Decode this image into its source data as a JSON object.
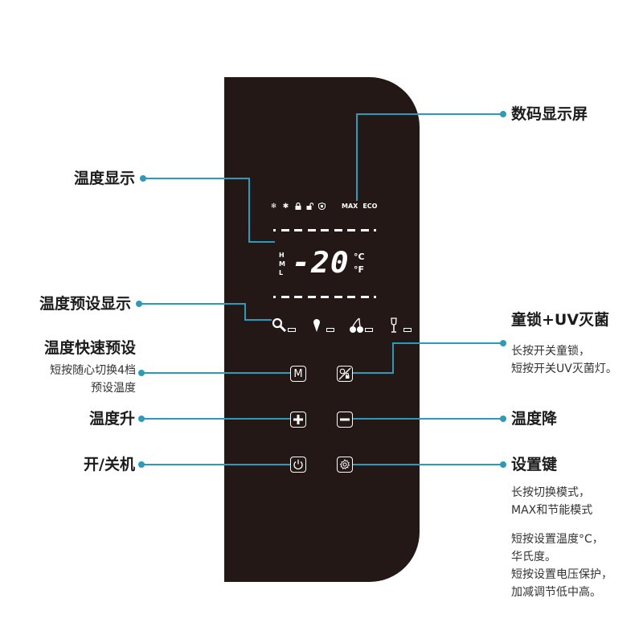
{
  "panel": {
    "status_icons": [
      "❄",
      "✱",
      "🔒",
      "🔓",
      "◎"
    ],
    "status_icon_names": [
      "snowflake-icon",
      "bluetooth-icon",
      "lock-icon",
      "unlock-icon",
      "uv-shield-icon"
    ],
    "mode_labels": [
      "MAX",
      "ECO"
    ],
    "level_labels": [
      "H",
      "M",
      "L"
    ],
    "temperature": "-20",
    "units": [
      "°C",
      "°F"
    ],
    "presets": [
      {
        "name": "meat-preset-icon",
        "glyph": "🍖"
      },
      {
        "name": "ice-cream-preset-icon",
        "glyph": "🍦"
      },
      {
        "name": "cherry-preset-icon",
        "glyph": "🍒"
      },
      {
        "name": "wine-preset-icon",
        "glyph": "🍷"
      }
    ],
    "buttons": {
      "mode": "M",
      "plus": "+",
      "minus": "−",
      "power": "⏻",
      "settings": "⚙",
      "lock_uv": "⊘"
    }
  },
  "annotations": {
    "digital_screen": {
      "title": "数码显示屏"
    },
    "temp_display": {
      "title": "温度显示"
    },
    "preset_display": {
      "title": "温度预设显示"
    },
    "quick_preset": {
      "title": "温度快速预设",
      "desc": [
        "短按随心切换4档",
        "预设温度"
      ]
    },
    "temp_up": {
      "title": "温度升"
    },
    "power": {
      "title": "开/关机"
    },
    "child_lock_uv": {
      "title": "童锁+UV灭菌",
      "desc": [
        "长按开关童锁，",
        "短按开关UV灭菌灯。"
      ]
    },
    "temp_down": {
      "title": "温度降"
    },
    "settings": {
      "title": "设置键",
      "desc_1": [
        "长按切换模式，",
        "MAX和节能模式"
      ],
      "desc_2": [
        "短按设置温度°C，",
        "华氏度。",
        "短按设置电压保护，",
        "加减调节低中高。"
      ]
    }
  },
  "colors": {
    "panel": "#231815",
    "connector": "#2a9bbb",
    "text": "#1c1c1c"
  }
}
